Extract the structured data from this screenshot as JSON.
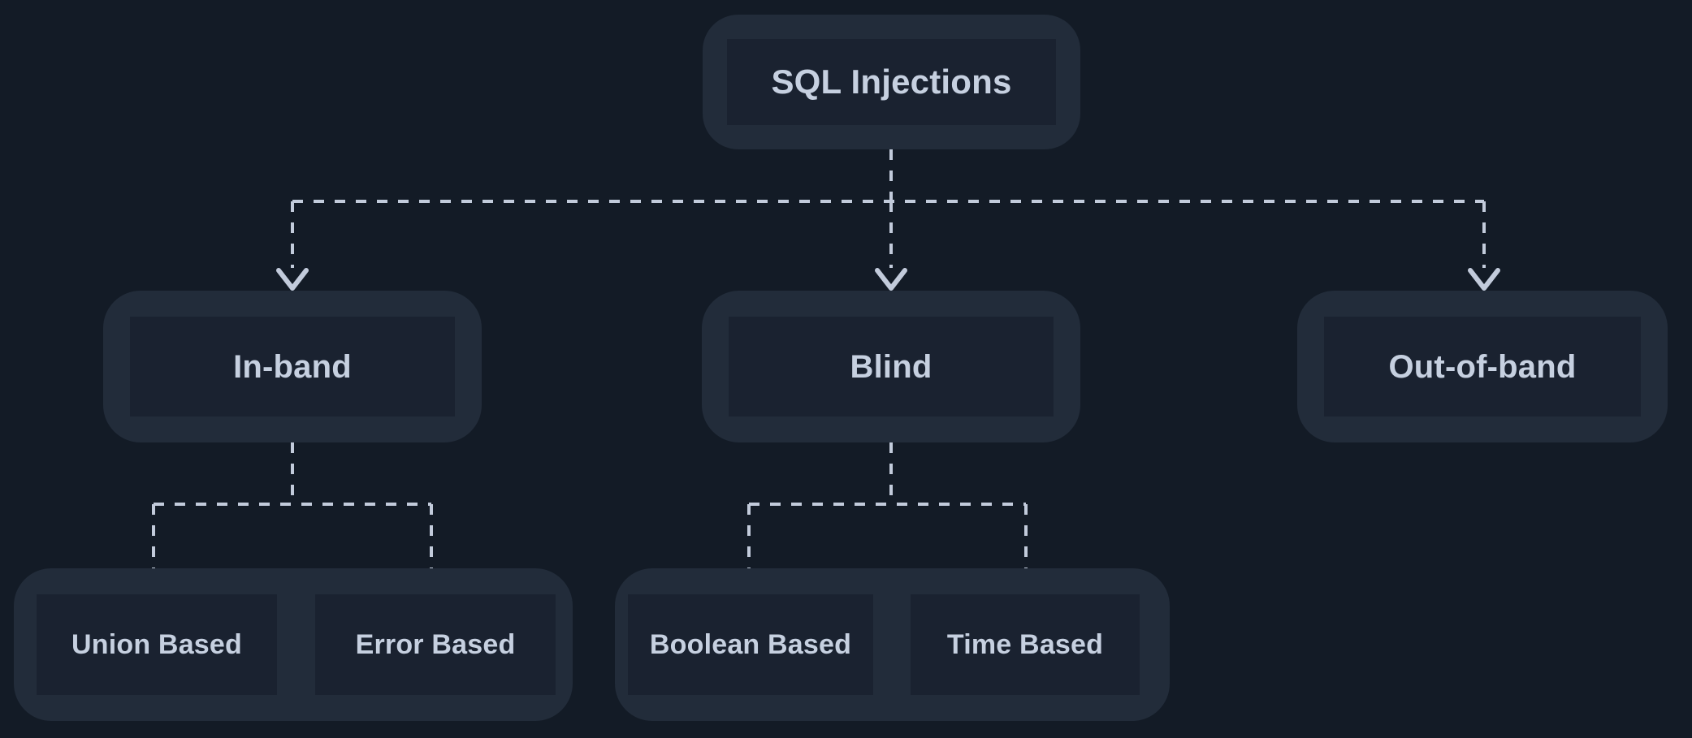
{
  "diagram": {
    "title": "SQL Injections",
    "background_color": "#131b26",
    "node_shell_color": "#222c3a",
    "node_panel_color": "#1a2230",
    "label_color": "#c6d0e0",
    "edge_color": "#c2cbdb",
    "edge_style": "dashed",
    "arrowhead": "v-chevron-down"
  },
  "nodes": {
    "root": {
      "label": "SQL Injections",
      "level": 0
    },
    "inband": {
      "label": "In-band",
      "level": 1
    },
    "blind": {
      "label": "Blind",
      "level": 1
    },
    "outofband": {
      "label": "Out-of-band",
      "level": 1
    },
    "union_based": {
      "label": "Union Based",
      "level": 2
    },
    "error_based": {
      "label": "Error Based",
      "level": 2
    },
    "boolean_based": {
      "label": "Boolean Based",
      "level": 2
    },
    "time_based": {
      "label": "Time Based",
      "level": 2
    }
  },
  "edges": [
    {
      "from": "root",
      "to": "inband"
    },
    {
      "from": "root",
      "to": "blind"
    },
    {
      "from": "root",
      "to": "outofband"
    },
    {
      "from": "inband",
      "to": "union_based"
    },
    {
      "from": "inband",
      "to": "error_based"
    },
    {
      "from": "blind",
      "to": "boolean_based"
    },
    {
      "from": "blind",
      "to": "time_based"
    }
  ]
}
